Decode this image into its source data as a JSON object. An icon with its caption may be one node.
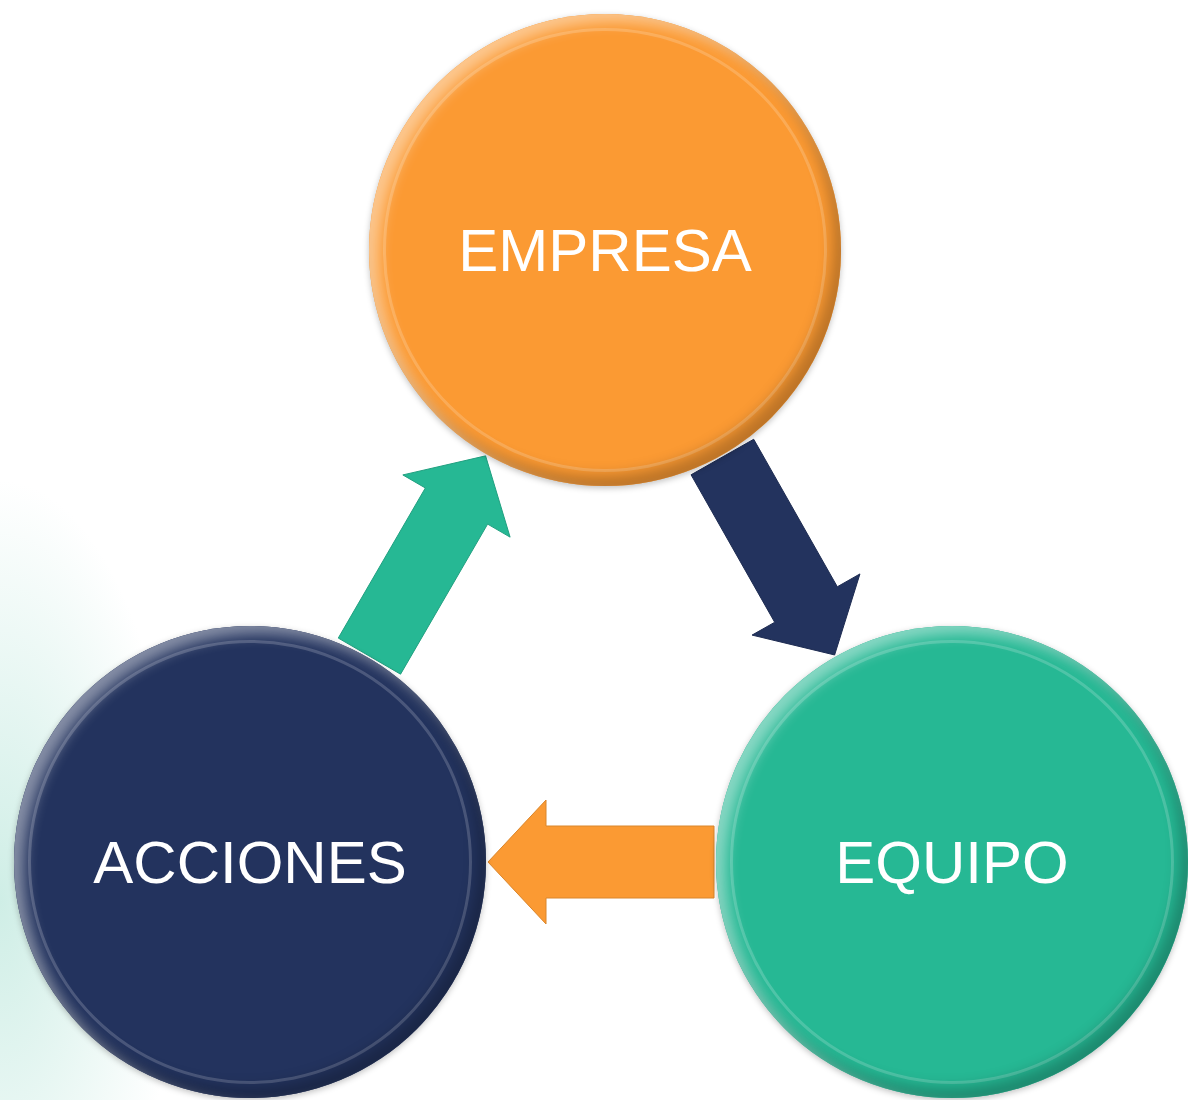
{
  "diagram": {
    "nodes": [
      {
        "text": [
          "EMPRESA"
        ]
      },
      {
        "text": [
          "EQUIPO"
        ]
      },
      {
        "text": [
          "ACCIONES"
        ]
      }
    ],
    "edges": [
      {
        "from": 0,
        "to": 1,
        "arrow": "to",
        "color": "#23335e"
      },
      {
        "from": 1,
        "to": 2,
        "arrow": "to",
        "color": "#fb9a33"
      },
      {
        "from": 2,
        "to": 0,
        "arrow": "to",
        "color": "#26b894"
      }
    ]
  }
}
